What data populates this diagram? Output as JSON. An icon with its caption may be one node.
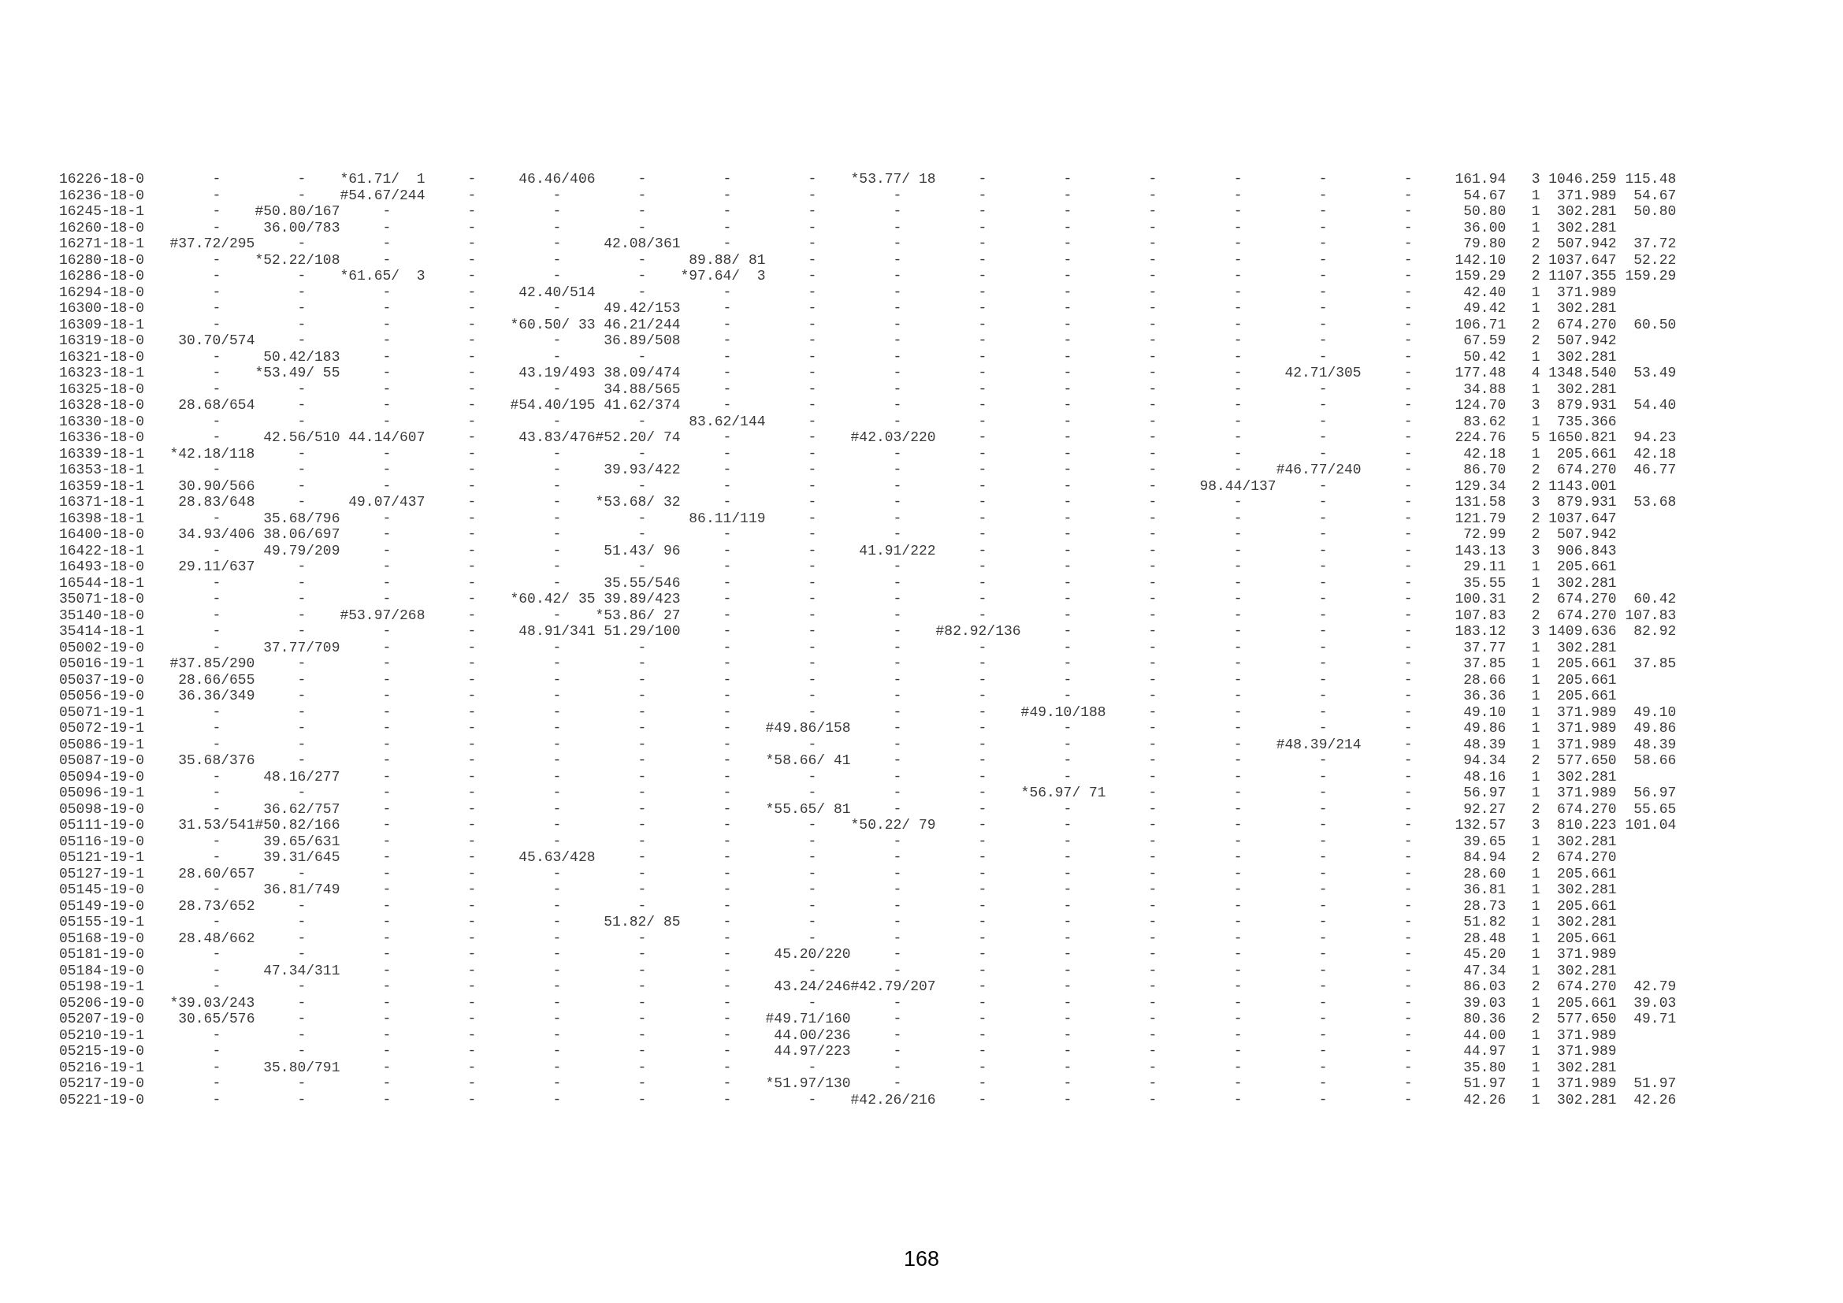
{
  "diagram": {
    "labels": [
      "16226-18-0",
      "-",
      "-",
      "*61.71/  1",
      "-",
      "46.46/406",
      "-",
      "-",
      "-",
      "*53.77/ 18",
      "-",
      "-",
      "-",
      "-",
      "-",
      "-",
      "161.94",
      "3",
      "1046.259",
      "115.48",
      "16236-18-0",
      "-",
      "-",
      "#54.67/244",
      "-",
      "-",
      "-",
      "-",
      "-",
      "-",
      "-",
      "-",
      "-",
      "-",
      "-",
      "-",
      "54.67",
      "1",
      "371.989",
      "54.67",
      "16245-18-1",
      "-",
      "#50.80/167",
      "-",
      "-",
      "-",
      "-",
      "-",
      "-",
      "-",
      "-",
      "-",
      "-",
      "-",
      "-",
      "-",
      "50.80",
      "1",
      "302.281",
      "50.80",
      "16260-18-0",
      "-",
      "36.00/783",
      "-",
      "-",
      "-",
      "-",
      "-",
      "-",
      "-",
      "-",
      "-",
      "-",
      "-",
      "-",
      "-",
      "36.00",
      "1",
      "302.281",
      "16271-18-1",
      "#37.72/295",
      "-",
      "-",
      "-",
      "-",
      "42.08/361",
      "-",
      "-",
      "-",
      "-",
      "-",
      "-",
      "-",
      "-",
      "-",
      "79.80",
      "2",
      "507.942",
      "37.72",
      "16280-18-0",
      "-",
      "*52.22/108",
      "-",
      "-",
      "-",
      "-",
      "89.88/ 81",
      "-",
      "-",
      "-",
      "-",
      "-",
      "-",
      "-",
      "-",
      "142.10",
      "2",
      "1037.647",
      "52.22",
      "16286-18-0",
      "-",
      "-",
      "*61.65/  3",
      "-",
      "-",
      "-",
      "*97.64/  3",
      "-",
      "-",
      "-",
      "-",
      "-",
      "-",
      "-",
      "-",
      "159.29",
      "2",
      "1107.355",
      "159.29",
      "16294-18-0",
      "-",
      "-",
      "-",
      "-",
      "42.40/514",
      "-",
      "-",
      "-",
      "-",
      "-",
      "-",
      "-",
      "-",
      "-",
      "-",
      "42.40",
      "1",
      "371.989",
      "16300-18-0",
      "-",
      "-",
      "-",
      "-",
      "-",
      "49.42/153",
      "-",
      "-",
      "-",
      "-",
      "-",
      "-",
      "-",
      "-",
      "-",
      "49.42",
      "1",
      "302.281",
      "16309-18-1",
      "-",
      "-",
      "-",
      "-",
      "*60.50/ 33",
      "46.21/244",
      "-",
      "-",
      "-",
      "-",
      "-",
      "-",
      "-",
      "-",
      "-",
      "106.71",
      "2",
      "674.270",
      "60.50",
      "16319-18-0",
      "30.70/574",
      "-",
      "-",
      "-",
      "-",
      "36.89/508",
      "-",
      "-",
      "-",
      "-",
      "-",
      "-",
      "-",
      "-",
      "-",
      "67.59",
      "2",
      "507.942",
      "16321-18-0",
      "-",
      "50.42/183",
      "-",
      "-",
      "-",
      "-",
      "-",
      "-",
      "-",
      "-",
      "-",
      "-",
      "-",
      "-",
      "-",
      "50.42",
      "1",
      "302.281",
      "16323-18-1",
      "-",
      "*53.49/ 55",
      "-",
      "-",
      "43.19/493",
      "38.09/474",
      "-",
      "-",
      "-",
      "-",
      "-",
      "-",
      "-",
      "42.71/305",
      "-",
      "177.48",
      "4",
      "1348.540",
      "53.49",
      "16325-18-0",
      "-",
      "-",
      "-",
      "-",
      "-",
      "34.88/565",
      "-",
      "-",
      "-",
      "-",
      "-",
      "-",
      "-",
      "-",
      "-",
      "34.88",
      "1",
      "302.281",
      "16328-18-0",
      "28.68/654",
      "-",
      "-",
      "-",
      "#54.40/195",
      "41.62/374",
      "-",
      "-",
      "-",
      "-",
      "-",
      "-",
      "-",
      "-",
      "-",
      "124.70",
      "3",
      "879.931",
      "54.40",
      "16330-18-0",
      "-",
      "-",
      "-",
      "-",
      "-",
      "-",
      "83.62/144",
      "-",
      "-",
      "-",
      "-",
      "-",
      "-",
      "-",
      "-",
      "83.62",
      "1",
      "735.366",
      "16336-18-0",
      "-",
      "42.56/510",
      "44.14/607",
      "-",
      "43.83/476",
      "#52.20/ 74",
      "-",
      "-",
      "#42.03/220",
      "-",
      "-",
      "-",
      "-",
      "-",
      "-",
      "224.76",
      "5",
      "1650.821",
      "94.23",
      "16339-18-1",
      "*42.18/118",
      "-",
      "-",
      "-",
      "-",
      "-",
      "-",
      "-",
      "-",
      "-",
      "-",
      "-",
      "-",
      "-",
      "-",
      "42.18",
      "1",
      "205.661",
      "42.18",
      "16353-18-1",
      "-",
      "-",
      "-",
      "-",
      "-",
      "39.93/422",
      "-",
      "-",
      "-",
      "-",
      "-",
      "-",
      "-",
      "#46.77/240",
      "-",
      "86.70",
      "2",
      "674.270",
      "46.77",
      "16359-18-1",
      "30.90/566",
      "-",
      "-",
      "-",
      "-",
      "-",
      "-",
      "-",
      "-",
      "-",
      "-",
      "-",
      "98.44/137",
      "-",
      "-",
      "129.34",
      "2",
      "1143.001",
      "16371-18-1",
      "28.83/648",
      "-",
      "49.07/437",
      "-",
      "-",
      "*53.68/ 32",
      "-",
      "-",
      "-",
      "-",
      "-",
      "-",
      "-",
      "-",
      "-",
      "131.58",
      "3",
      "879.931",
      "53.68",
      "16398-18-1",
      "-",
      "35.68/796",
      "-",
      "-",
      "-",
      "-",
      "86.11/119",
      "-",
      "-",
      "-",
      "-",
      "-",
      "-",
      "-",
      "-",
      "121.79",
      "2",
      "1037.647",
      "16400-18-0",
      "34.93/406",
      "38.06/697",
      "-",
      "-",
      "-",
      "-",
      "-",
      "-",
      "-",
      "-",
      "-",
      "-",
      "-",
      "-",
      "-",
      "72.99",
      "2",
      "507.942",
      "16422-18-1",
      "-",
      "49.79/209",
      "-",
      "-",
      "-",
      "51.43/ 96",
      "-",
      "-",
      "41.91/222",
      "-",
      "-",
      "-",
      "-",
      "-",
      "-",
      "143.13",
      "3",
      "906.843",
      "16493-18-0",
      "29.11/637",
      "-",
      "-",
      "-",
      "-",
      "-",
      "-",
      "-",
      "-",
      "-",
      "-",
      "-",
      "-",
      "-",
      "-",
      "29.11",
      "1",
      "205.661",
      "16544-18-1",
      "-",
      "-",
      "-",
      "-",
      "-",
      "35.55/546",
      "-",
      "-",
      "-",
      "-",
      "-",
      "-",
      "-",
      "-",
      "-",
      "35.55",
      "1",
      "302.281",
      "35071-18-0",
      "-",
      "-",
      "-",
      "-",
      "*60.42/ 35",
      "39.89/423",
      "-",
      "-",
      "-",
      "-",
      "-",
      "-",
      "-",
      "-",
      "-",
      "100.31",
      "2",
      "674.270",
      "60.42",
      "35140-18-0",
      "-",
      "-",
      "#53.97/268",
      "-",
      "-",
      "*53.86/ 27",
      "-",
      "-",
      "-",
      "-",
      "-",
      "-",
      "-",
      "-",
      "-",
      "107.83",
      "2",
      "674.270",
      "107.83",
      "35414-18-1",
      "-",
      "-",
      "-",
      "-",
      "48.91/341",
      "51.29/100",
      "-",
      "-",
      "-",
      "#82.92/136",
      "-",
      "-",
      "-",
      "-",
      "-",
      "183.12",
      "3",
      "1409.636",
      "82.92",
      "05002-19-0",
      "-",
      "37.77/709",
      "-",
      "-",
      "-",
      "-",
      "-",
      "-",
      "-",
      "-",
      "-",
      "-",
      "-",
      "-",
      "-",
      "37.77",
      "1",
      "302.281",
      "05016-19-1",
      "#37.85/290",
      "-",
      "-",
      "-",
      "-",
      "-",
      "-",
      "-",
      "-",
      "-",
      "-",
      "-",
      "-",
      "-",
      "-",
      "37.85",
      "1",
      "205.661",
      "37.85",
      "05037-19-0",
      "28.66/655",
      "-",
      "-",
      "-",
      "-",
      "-",
      "-",
      "-",
      "-",
      "-",
      "-",
      "-",
      "-",
      "-",
      "-",
      "28.66",
      "1",
      "205.661",
      "05056-19-0",
      "36.36/349",
      "-",
      "-",
      "-",
      "-",
      "-",
      "-",
      "-",
      "-",
      "-",
      "-",
      "-",
      "-",
      "-",
      "-",
      "36.36",
      "1",
      "205.661",
      "05071-19-1",
      "-",
      "-",
      "-",
      "-",
      "-",
      "-",
      "-",
      "-",
      "-",
      "-",
      "#49.10/188",
      "-",
      "-",
      "-",
      "-",
      "49.10",
      "1",
      "371.989",
      "49.10",
      "05072-19-1",
      "-",
      "-",
      "-",
      "-",
      "-",
      "-",
      "-",
      "#49.86/158",
      "-",
      "-",
      "-",
      "-",
      "-",
      "-",
      "-",
      "49.86",
      "1",
      "371.989",
      "49.86",
      "05086-19-1",
      "-",
      "-",
      "-",
      "-",
      "-",
      "-",
      "-",
      "-",
      "-",
      "-",
      "-",
      "-",
      "-",
      "#48.39/214",
      "-",
      "48.39",
      "1",
      "371.989",
      "48.39",
      "05087-19-0",
      "35.68/376",
      "-",
      "-",
      "-",
      "-",
      "-",
      "-",
      "*58.66/ 41",
      "-",
      "-",
      "-",
      "-",
      "-",
      "-",
      "-",
      "94.34",
      "2",
      "577.650",
      "58.66",
      "05094-19-0",
      "-",
      "48.16/277",
      "-",
      "-",
      "-",
      "-",
      "-",
      "-",
      "-",
      "-",
      "-",
      "-",
      "-",
      "-",
      "-",
      "48.16",
      "1",
      "302.281",
      "05096-19-1",
      "-",
      "-",
      "-",
      "-",
      "-",
      "-",
      "-",
      "-",
      "-",
      "-",
      "*56.97/ 71",
      "-",
      "-",
      "-",
      "-",
      "56.97",
      "1",
      "371.989",
      "56.97",
      "05098-19-0",
      "-",
      "36.62/757",
      "-",
      "-",
      "-",
      "-",
      "-",
      "*55.65/ 81",
      "-",
      "-",
      "-",
      "-",
      "-",
      "-",
      "-",
      "92.27",
      "2",
      "674.270",
      "55.65",
      "05111-19-0",
      "31.53/541",
      "#50.82/166",
      "-",
      "-",
      "-",
      "-",
      "-",
      "-",
      "*50.22/ 79",
      "-",
      "-",
      "-",
      "-",
      "-",
      "-",
      "132.57",
      "3",
      "810.223",
      "101.04",
      "05116-19-0",
      "-",
      "39.65/631",
      "-",
      "-",
      "-",
      "-",
      "-",
      "-",
      "-",
      "-",
      "-",
      "-",
      "-",
      "-",
      "-",
      "39.65",
      "1",
      "302.281",
      "05121-19-1",
      "-",
      "39.31/645",
      "-",
      "-",
      "45.63/428",
      "-",
      "-",
      "-",
      "-",
      "-",
      "-",
      "-",
      "-",
      "-",
      "-",
      "84.94",
      "2",
      "674.270",
      "05127-19-1",
      "28.60/657",
      "-",
      "-",
      "-",
      "-",
      "-",
      "-",
      "-",
      "-",
      "-",
      "-",
      "-",
      "-",
      "-",
      "-",
      "28.60",
      "1",
      "205.661",
      "05145-19-0",
      "-",
      "36.81/749",
      "-",
      "-",
      "-",
      "-",
      "-",
      "-",
      "-",
      "-",
      "-",
      "-",
      "-",
      "-",
      "-",
      "36.81",
      "1",
      "302.281",
      "05149-19-0",
      "28.73/652",
      "-",
      "-",
      "-",
      "-",
      "-",
      "-",
      "-",
      "-",
      "-",
      "-",
      "-",
      "-",
      "-",
      "-",
      "28.73",
      "1",
      "205.661",
      "05155-19-1",
      "-",
      "-",
      "-",
      "-",
      "-",
      "51.82/ 85",
      "-",
      "-",
      "-",
      "-",
      "-",
      "-",
      "-",
      "-",
      "-",
      "51.82",
      "1",
      "302.281",
      "05168-19-0",
      "28.48/662",
      "-",
      "-",
      "-",
      "-",
      "-",
      "-",
      "-",
      "-",
      "-",
      "-",
      "-",
      "-",
      "-",
      "-",
      "28.48",
      "1",
      "205.661",
      "05181-19-0",
      "-",
      "-",
      "-",
      "-",
      "-",
      "-",
      "-",
      "45.20/220",
      "-",
      "-",
      "-",
      "-",
      "-",
      "-",
      "-",
      "45.20",
      "1",
      "371.989",
      "05184-19-0",
      "-",
      "47.34/311",
      "-",
      "-",
      "-",
      "-",
      "-",
      "-",
      "-",
      "-",
      "-",
      "-",
      "-",
      "-",
      "-",
      "47.34",
      "1",
      "302.281",
      "05198-19-1",
      "-",
      "-",
      "-",
      "-",
      "-",
      "-",
      "-",
      "43.24/246",
      "#42.79/207",
      "-",
      "-",
      "-",
      "-",
      "-",
      "-",
      "86.03",
      "2",
      "674.270",
      "42.79",
      "05206-19-0",
      "*39.03/243",
      "-",
      "-",
      "-",
      "-",
      "-",
      "-",
      "-",
      "-",
      "-",
      "-",
      "-",
      "-",
      "-",
      "-",
      "39.03",
      "1",
      "205.661",
      "39.03",
      "05207-19-0",
      "30.65/576",
      "-",
      "-",
      "-",
      "-",
      "-",
      "-",
      "#49.71/160",
      "-",
      "-",
      "-",
      "-",
      "-",
      "-",
      "-",
      "80.36",
      "2",
      "577.650",
      "49.71",
      "05210-19-1",
      "-",
      "-",
      "-",
      "-",
      "-",
      "-",
      "-",
      "44.00/236",
      "-",
      "-",
      "-",
      "-",
      "-",
      "-",
      "-",
      "44.00",
      "1",
      "371.989",
      "05215-19-0",
      "-",
      "-",
      "-",
      "-",
      "-",
      "-",
      "-",
      "44.97/223",
      "-",
      "-",
      "-",
      "-",
      "-",
      "-",
      "-",
      "44.97",
      "1",
      "371.989",
      "05216-19-1",
      "-",
      "35.80/791",
      "-",
      "-",
      "-",
      "-",
      "-",
      "-",
      "-",
      "-",
      "-",
      "-",
      "-",
      "-",
      "-",
      "35.80",
      "1",
      "302.281",
      "05217-19-0",
      "-",
      "-",
      "-",
      "-",
      "-",
      "-",
      "-",
      "*51.97/130",
      "-",
      "-",
      "-",
      "-",
      "-",
      "-",
      "-",
      "51.97",
      "1",
      "371.989",
      "51.97",
      "05221-19-0",
      "-",
      "-",
      "-",
      "-",
      "-",
      "-",
      "-",
      "-",
      "#42.26/216",
      "-",
      "-",
      "-",
      "-",
      "-",
      "-",
      "42.26",
      "1",
      "302.281",
      "42.26",
      "168"
    ]
  }
}
